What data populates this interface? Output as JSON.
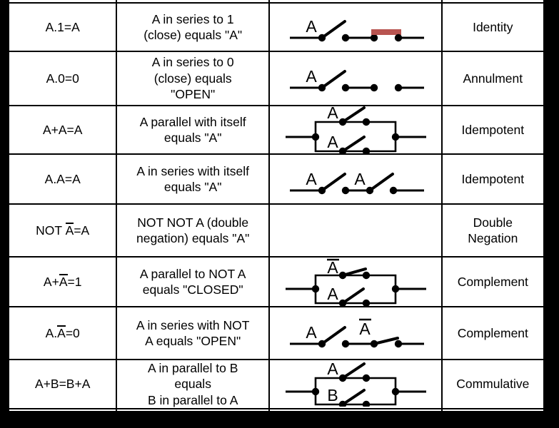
{
  "colors": {
    "closed_switch_bar": "#b85450",
    "line": "#000000",
    "table_background": "#ffffff",
    "letterbox": "#000000"
  },
  "table": {
    "columns": [
      "expression",
      "description",
      "circuit-diagram",
      "law-name"
    ],
    "rows": [
      {
        "expr": {
          "pre": "A.1=A",
          "bar": "",
          "post": ""
        },
        "desc": [
          "A in series to 1",
          "(close) equals \"A\""
        ],
        "law": [
          "Identity"
        ],
        "circuit": {
          "type": "series-switch-with-closed-contact",
          "labels": {
            "sw1": "A"
          }
        }
      },
      {
        "expr": {
          "pre": "A.0=0",
          "bar": "",
          "post": ""
        },
        "desc": [
          "A in series to 0",
          "(close) equals",
          "\"OPEN\""
        ],
        "law": [
          "Annulment"
        ],
        "circuit": {
          "type": "series-switch-with-open-contact",
          "labels": {
            "sw1": "A"
          }
        }
      },
      {
        "expr": {
          "pre": "A+A=A",
          "bar": "",
          "post": ""
        },
        "desc": [
          "A parallel with itself",
          "equals \"A\""
        ],
        "law": [
          "Idempotent"
        ],
        "circuit": {
          "type": "parallel-two-switches",
          "labels": {
            "top": "A",
            "bottom": "A"
          }
        }
      },
      {
        "expr": {
          "pre": "A.A=A",
          "bar": "",
          "post": ""
        },
        "desc": [
          "A in series with itself",
          "equals \"A\""
        ],
        "law": [
          "Idempotent"
        ],
        "circuit": {
          "type": "series-two-switches",
          "labels": {
            "sw1": "A",
            "sw2": "A"
          }
        }
      },
      {
        "expr": {
          "pre": "NOT ",
          "bar": "A",
          "post": "=A"
        },
        "desc": [
          "NOT NOT A (double",
          "negation) equals \"A\""
        ],
        "law": [
          "Double",
          "Negation"
        ],
        "circuit": {
          "type": "none",
          "labels": {}
        }
      },
      {
        "expr": {
          "pre": "A+",
          "bar": "A",
          "post": "=1"
        },
        "desc": [
          "A parallel to NOT A",
          "equals \"CLOSED\""
        ],
        "law": [
          "Complement"
        ],
        "circuit": {
          "type": "parallel-notA-closed-over-A",
          "labels": {
            "top": "A",
            "bottom": "A"
          }
        }
      },
      {
        "expr": {
          "pre": "A.",
          "bar": "A",
          "post": "=0"
        },
        "desc": [
          "A in series with NOT",
          "A equals \"OPEN\""
        ],
        "law": [
          "Complement"
        ],
        "circuit": {
          "type": "series-A-then-notA-closed",
          "labels": {
            "sw1": "A",
            "sw2": "A"
          }
        }
      },
      {
        "expr": {
          "pre": "A+B=B+A",
          "bar": "",
          "post": ""
        },
        "desc": [
          "A in parallel to B",
          "equals",
          "B in parallel to A"
        ],
        "law": [
          "Commulative"
        ],
        "circuit": {
          "type": "parallel-two-switches",
          "labels": {
            "top": "A",
            "bottom": "B"
          }
        }
      }
    ]
  }
}
